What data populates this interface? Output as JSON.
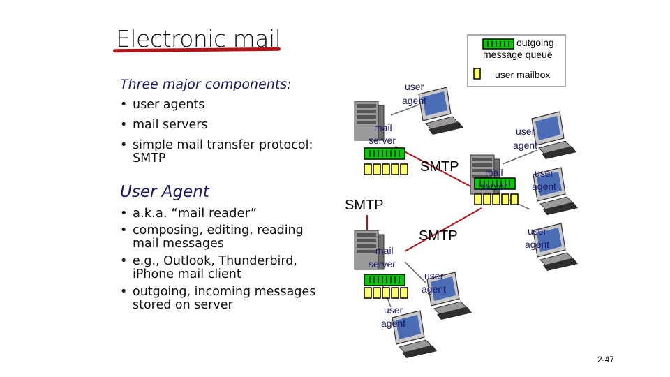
{
  "slide": {
    "title": "Electronic mail",
    "page_number": "2-47"
  },
  "components": {
    "heading": "Three major components:",
    "items": [
      "user agents",
      "mail servers",
      "simple mail transfer protocol: SMTP"
    ]
  },
  "user_agent_section": {
    "heading": "User Agent",
    "items": [
      "a.k.a. “mail reader”",
      "composing, editing, reading mail messages",
      "e.g., Outlook, Thunderbird, iPhone mail client",
      "outgoing, incoming messages stored on server"
    ]
  },
  "legend": {
    "queue_line1": "outgoing",
    "queue_line2": "message queue",
    "mailbox": "user mailbox",
    "queue_color": "#00cc00",
    "mailbox_color": "#ffff66"
  },
  "diagram": {
    "user_label": "user",
    "agent_label": "agent",
    "mail_label": "mail",
    "server_label": "server",
    "smtp_label": "SMTP",
    "link_color": "#b11318"
  }
}
